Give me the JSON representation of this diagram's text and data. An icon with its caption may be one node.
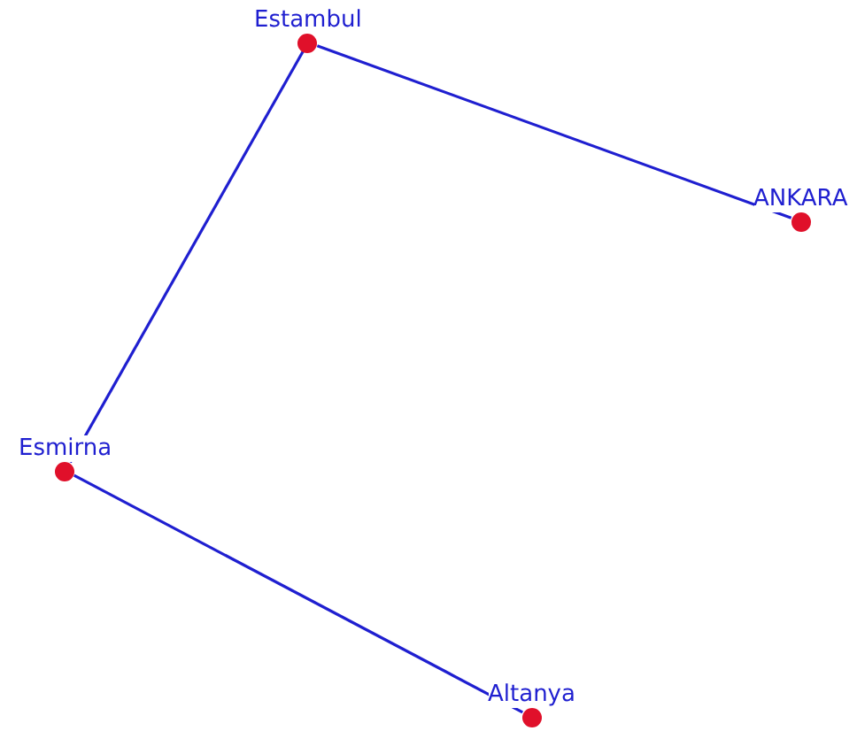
{
  "diagram": {
    "nodes": [
      {
        "text": [
          "Estambul"
        ]
      },
      {
        "text": [
          "ANKARA"
        ]
      },
      {
        "text": [
          "Esmirna"
        ]
      },
      {
        "text": [
          "Altanya"
        ]
      }
    ],
    "edges": [
      {
        "from": 0,
        "to": 1,
        "arrow": "none"
      },
      {
        "from": 0,
        "to": 2,
        "arrow": "none"
      },
      {
        "from": 2,
        "to": 3,
        "arrow": "none"
      }
    ]
  }
}
